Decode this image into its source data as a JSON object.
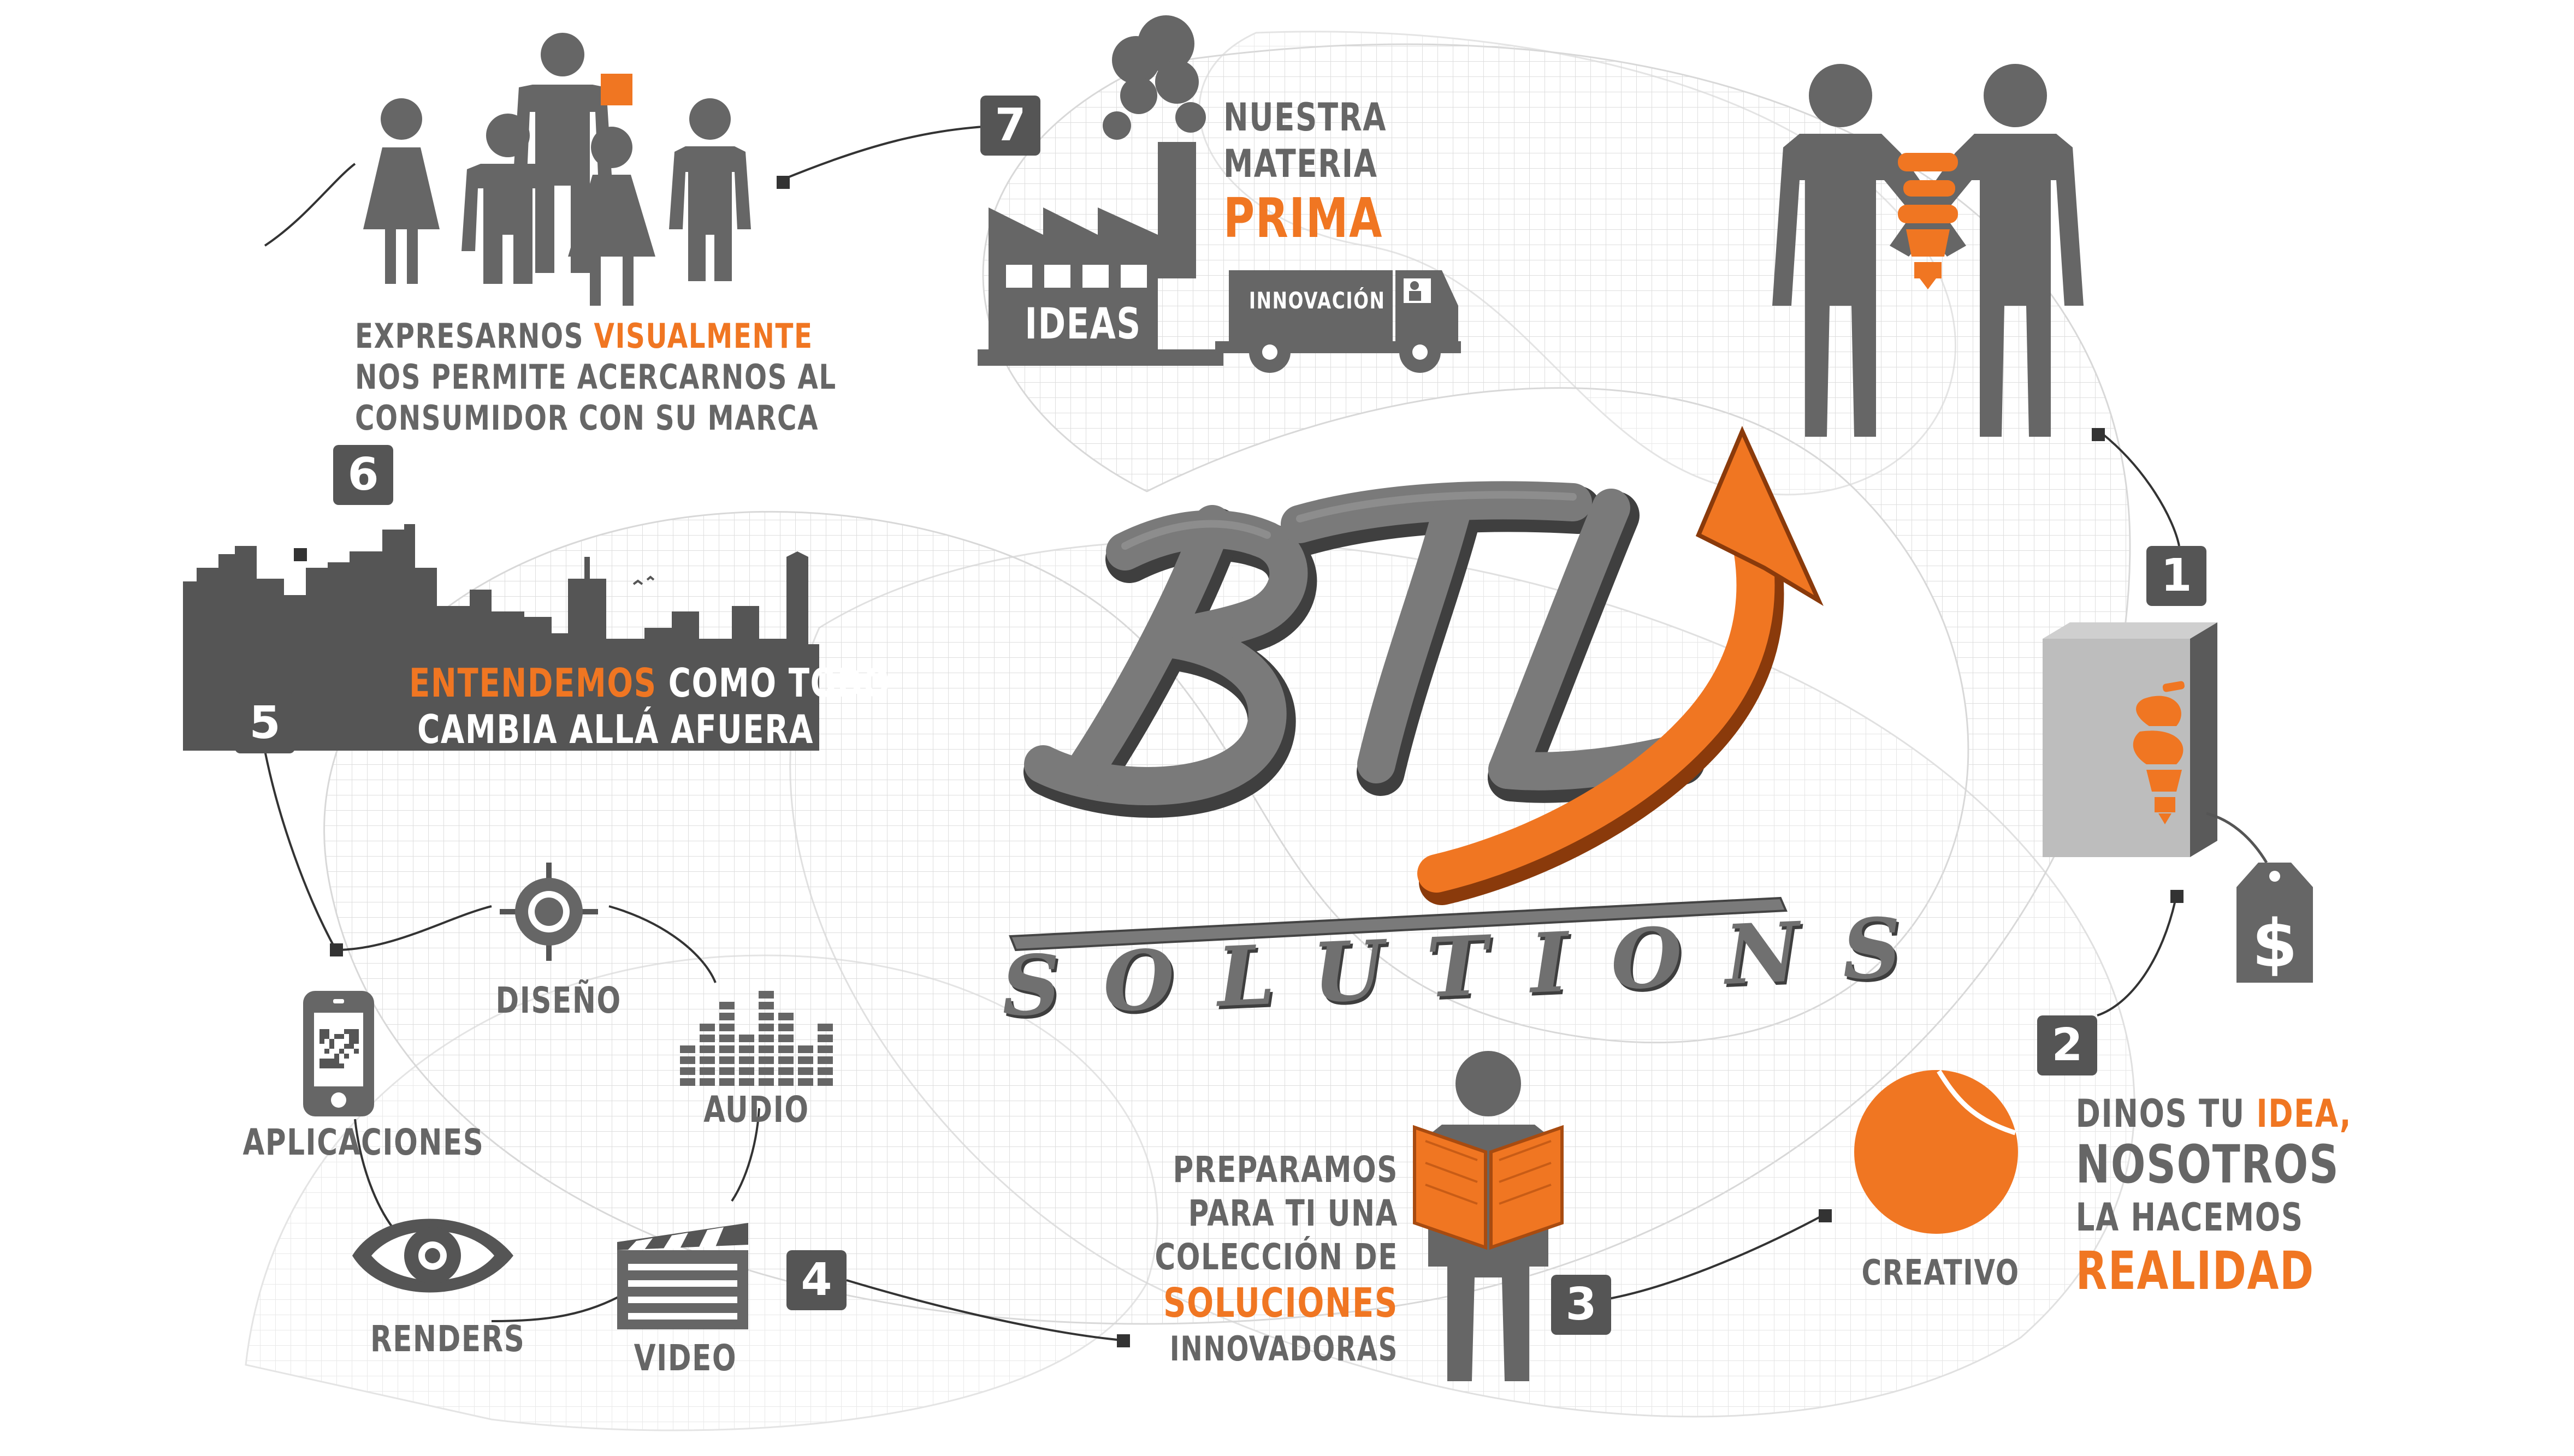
{
  "colors": {
    "gray": "#666666",
    "dark_gray": "#555555",
    "orange": "#f07622",
    "light_gray": "#dddddd"
  },
  "logo": {
    "word": "SOLUTIONS"
  },
  "badges": [
    "1",
    "2",
    "3",
    "4",
    "5",
    "6",
    "7"
  ],
  "step7": {
    "line1": "NUESTRA",
    "line2": "MATERIA",
    "line3": "PRIMA",
    "factory_label": "IDEAS",
    "truck_label": "INNOVACIÓN"
  },
  "step6": {
    "line1_a": "EXPRESARNOS ",
    "line1_b": "VISUALMENTE",
    "line2": "NOS PERMITE ACERCARNOS AL",
    "line3": "CONSUMIDOR CON SU MARCA"
  },
  "step5": {
    "line1_a": "ENTENDEMOS",
    "line1_b": " COMO TODO",
    "line2": "CAMBIA ALLÁ AFUERA"
  },
  "services": {
    "diseno": "DISEÑO",
    "audio": "AUDIO",
    "aplicaciones": "APLICACIONES",
    "renders": "RENDERS",
    "video": "VIDEO"
  },
  "step3": {
    "line1": "PREPARAMOS",
    "line2": "PARA TI UNA",
    "line3": "COLECCIÓN DE",
    "line4": "SOLUCIONES",
    "line5": "INNOVADORAS"
  },
  "step2": {
    "creativo": "CREATIVO",
    "line1_a": "DINOS TU ",
    "line1_b": "IDEA,",
    "line2": "NOSOTROS",
    "line3": "LA HACEMOS",
    "line4": "REALIDAD"
  },
  "icons": [
    "people-group-icon",
    "factory-icon",
    "truck-icon",
    "handshake-bulb-icon",
    "skyline-icon",
    "box-bulb-icon",
    "price-tag-icon",
    "target-icon",
    "equalizer-icon",
    "phone-qr-icon",
    "eye-icon",
    "clapperboard-icon",
    "reader-book-icon",
    "orange-sphere-icon",
    "arrow-icon"
  ]
}
